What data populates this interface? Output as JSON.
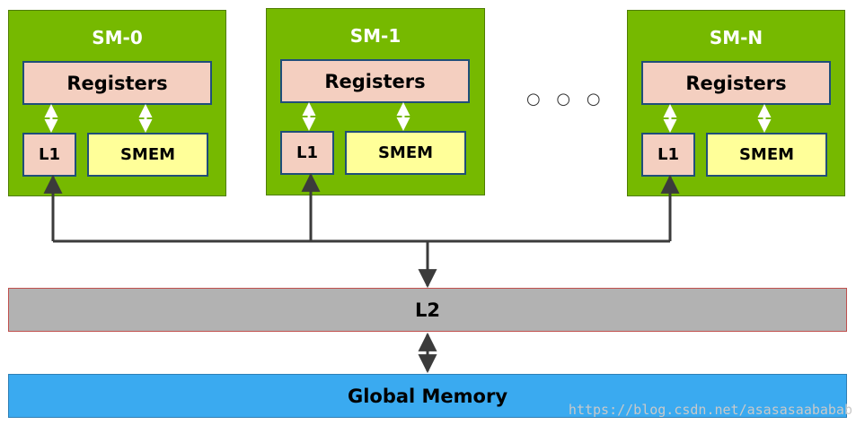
{
  "sms": [
    {
      "title": "SM-0",
      "registers": "Registers",
      "l1": "L1",
      "smem": "SMEM"
    },
    {
      "title": "SM-1",
      "registers": "Registers",
      "l1": "L1",
      "smem": "SMEM"
    },
    {
      "title": "SM-N",
      "registers": "Registers",
      "l1": "L1",
      "smem": "SMEM"
    }
  ],
  "ellipsis": "○ ○ ○",
  "l2": "L2",
  "global_memory": "Global Memory",
  "watermark": "https://blog.csdn.net/asasasaababab",
  "colors": {
    "sm_green": "#76b900",
    "registers_pink": "#f4cfc0",
    "smem_yellow": "#ffff99",
    "l2_gray": "#b2b2b2",
    "global_memory_blue": "#3aaaf0",
    "wire": "#3b3b3b"
  }
}
